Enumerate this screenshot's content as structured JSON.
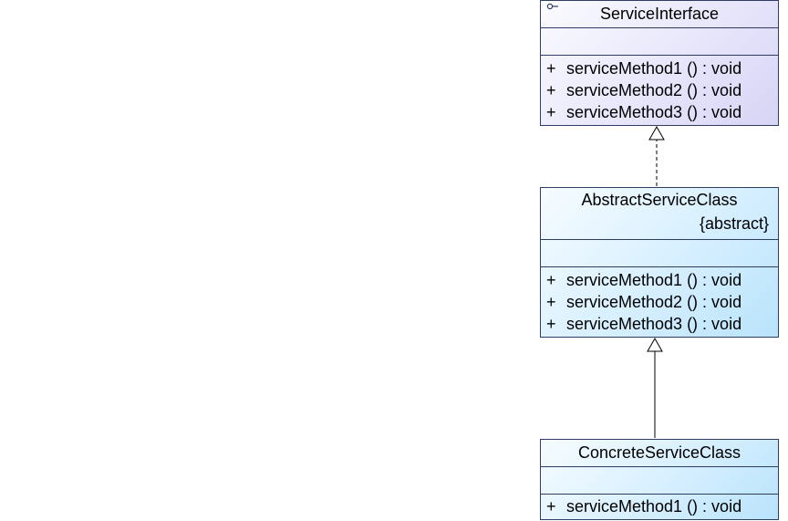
{
  "classes": [
    {
      "name": "ServiceInterface",
      "stereotype": "",
      "operations": [
        {
          "visibility": "+",
          "signature": "serviceMethod1 ()  : void"
        },
        {
          "visibility": "+",
          "signature": "serviceMethod2 ()  : void"
        },
        {
          "visibility": "+",
          "signature": "serviceMethod3 ()  : void"
        }
      ]
    },
    {
      "name": "AbstractServiceClass",
      "stereotype": "{abstract}",
      "operations": [
        {
          "visibility": "+",
          "signature": "serviceMethod1 ()  : void"
        },
        {
          "visibility": "+",
          "signature": "serviceMethod2 ()  : void"
        },
        {
          "visibility": "+",
          "signature": "serviceMethod3 ()  : void"
        }
      ]
    },
    {
      "name": "ConcreteServiceClass",
      "stereotype": "",
      "operations": [
        {
          "visibility": "+",
          "signature": "serviceMethod1 ()  : void"
        }
      ]
    }
  ],
  "relationships": [
    {
      "type": "realization",
      "from": "AbstractServiceClass",
      "to": "ServiceInterface"
    },
    {
      "type": "generalization",
      "from": "ConcreteServiceClass",
      "to": "AbstractServiceClass"
    }
  ],
  "colors": {
    "border": "#2f3d66",
    "interface_fill": "#e7e6fb",
    "class_fill": "#d6efff"
  },
  "icons": {
    "interface_marker": "interface-lollipop-icon"
  }
}
